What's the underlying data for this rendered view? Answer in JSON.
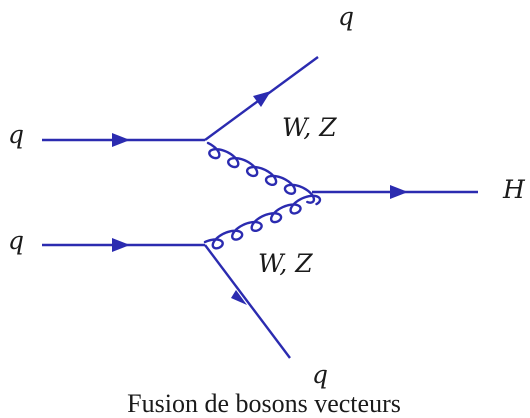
{
  "diagram": {
    "labels": {
      "q_in_top": "q",
      "q_in_bottom": "q",
      "q_out_top": "q",
      "q_out_bottom": "q",
      "boson_top": "W, Z",
      "boson_bottom": "W, Z",
      "higgs": "H"
    },
    "caption": "Fusion de bosons vecteurs",
    "colors": {
      "fermion": "#2b2bb0",
      "boson": "#2b2bb0",
      "text": "#1a1a1a"
    }
  }
}
